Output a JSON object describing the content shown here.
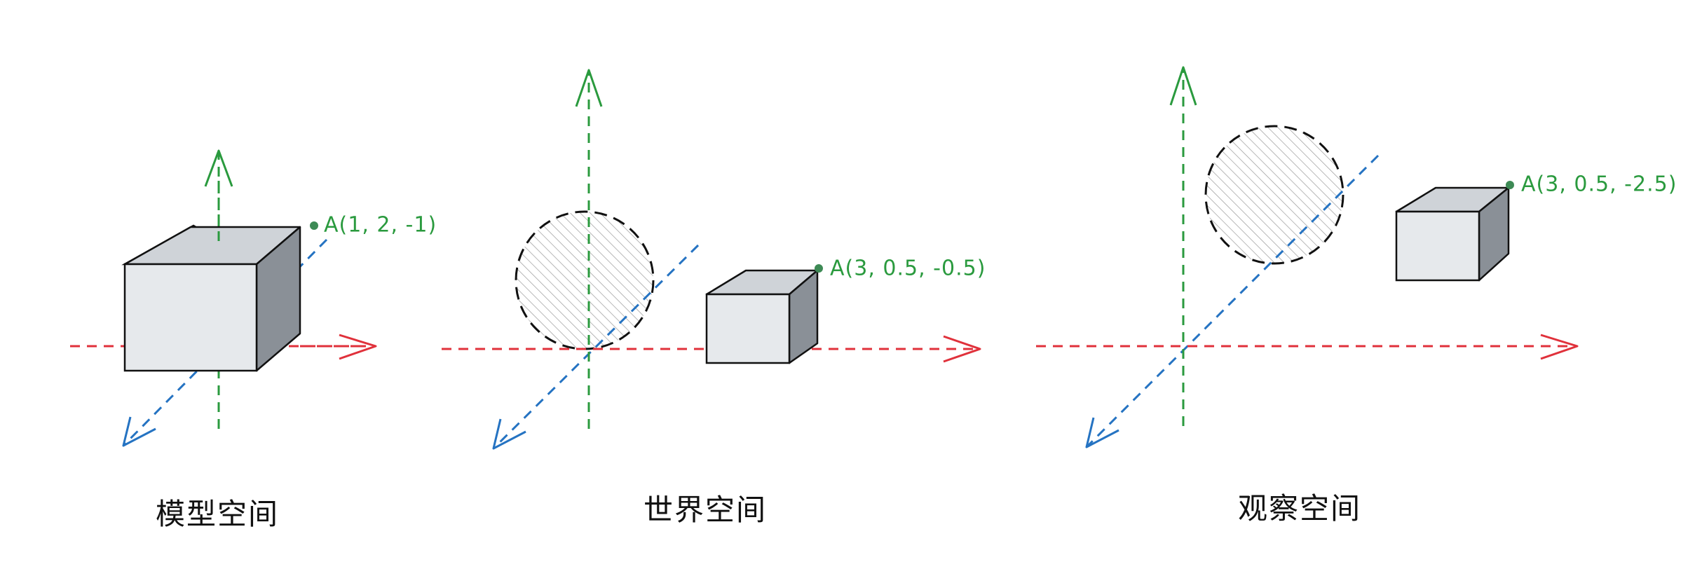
{
  "colors": {
    "x_axis": "#e0313b",
    "y_axis": "#2a9a3e",
    "z_axis": "#2573c2",
    "point": "#3d8a55",
    "point_label": "#2a9a3e",
    "cube_top": "#cfd3d8",
    "cube_front": "#e6e9ec",
    "cube_side": "#8a9097",
    "circle_hatch": "#9a9a9a",
    "stroke": "#111111"
  },
  "panels": [
    {
      "id": "model",
      "title": "模型空间",
      "point_label": "A(1, 2, -1)"
    },
    {
      "id": "world",
      "title": "世界空间",
      "point_label": "A(3, 0.5, -0.5)"
    },
    {
      "id": "view",
      "title": "观察空间",
      "point_label": "A(3, 0.5, -2.5)"
    }
  ]
}
